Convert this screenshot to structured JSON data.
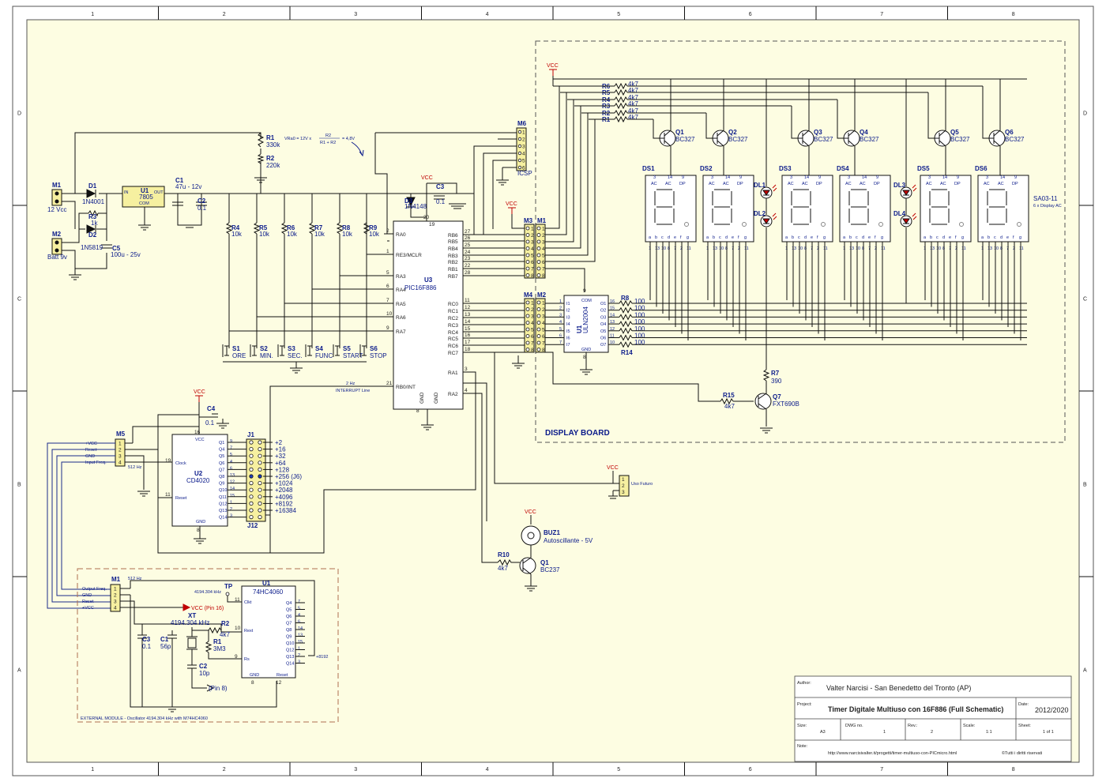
{
  "frame": {
    "columns": [
      "1",
      "2",
      "3",
      "4",
      "5",
      "6",
      "7",
      "8"
    ],
    "rows": [
      "D",
      "C",
      "B",
      "A"
    ]
  },
  "title_block": {
    "author_label": "Author:",
    "author": "Valter Narcisi - San Benedetto del Tronto (AP)",
    "project_label": "Project:",
    "project": "Timer Digitale Multiuso con 16F886 (Full Schematic)",
    "date_label": "Date:",
    "date": "2012/2020",
    "size_label": "Size:",
    "size": "A3",
    "dwg_label": "DWG no.",
    "dwg": "1",
    "rev_label": "Rev.:",
    "rev": "2",
    "scale_label": "Scale:",
    "scale": "1:1",
    "sheet_label": "Sheet:",
    "sheet": "1 of 1",
    "note_label": "Note:",
    "url": "http://www.narcisivalter.it/progetti/timer-multiuso-con-PICmicro.html",
    "rights": "©Tutti i diritti riservati"
  },
  "power": {
    "m1_name": "M1",
    "m1_value": "12 Vcc",
    "m2_name": "M2",
    "m2_value": "Batt 9v",
    "d1_name": "D1",
    "d1_value": "1N4001",
    "d2_name": "D2",
    "d2_value": "1N5819",
    "r3_name": "R3",
    "r3_value": "1k",
    "c5_name": "C5",
    "c5_value": "100u - 25v",
    "u1_name": "U1",
    "u1_value": "7805",
    "u1_in": "IN",
    "u1_out": "OUT",
    "u1_com": "COM",
    "c1_name": "C1",
    "c1_value": "47u - 12v",
    "c2_name": "C2",
    "c2_value": "0.1",
    "r1_name": "R1",
    "r1_value": "330k",
    "r2_name": "R2",
    "r2_value": "220k",
    "vra_formula": "VRa0 =  12V x",
    "vra_num": "R2",
    "vra_den": "R1 + R2",
    "vra_result": "= 4,8V"
  },
  "mcu": {
    "name": "U3",
    "part": "PIC16F886",
    "vcc": "VCC",
    "d3_name": "D3",
    "d3_value": "1N4148",
    "c3_name": "C3",
    "c3_value": "0.1",
    "pins_left": [
      {
        "num": "2",
        "name": "RA0"
      },
      {
        "num": "1",
        "name": "RE3/MCLR"
      },
      {
        "num": "5",
        "name": "RA3"
      },
      {
        "num": "6",
        "name": "RA4"
      },
      {
        "num": "7",
        "name": "RA5"
      },
      {
        "num": "10",
        "name": "RA6"
      },
      {
        "num": "9",
        "name": "RA7"
      },
      {
        "num": "21",
        "name": "RB0/INT"
      }
    ],
    "pins_right": [
      {
        "num": "27",
        "name": "RB6"
      },
      {
        "num": "26",
        "name": "RB5"
      },
      {
        "num": "25",
        "name": "RB4"
      },
      {
        "num": "24",
        "name": "RB3"
      },
      {
        "num": "23",
        "name": "RB2"
      },
      {
        "num": "22",
        "name": "RB1"
      },
      {
        "num": "28",
        "name": "RB7"
      },
      {
        "num": "11",
        "name": "RC0"
      },
      {
        "num": "12",
        "name": "RC1"
      },
      {
        "num": "13",
        "name": "RC2"
      },
      {
        "num": "14",
        "name": "RC3"
      },
      {
        "num": "15",
        "name": "RC4"
      },
      {
        "num": "16",
        "name": "RC5"
      },
      {
        "num": "17",
        "name": "RC6"
      },
      {
        "num": "18",
        "name": "RC7"
      },
      {
        "num": "3",
        "name": "RA1"
      },
      {
        "num": "4",
        "name": "RA2"
      }
    ],
    "gnd": "GND",
    "pin20": "20",
    "pin8": "8",
    "pin19": "19",
    "int_freq": "2 Hz",
    "int_label": "INTERRUPT Line"
  },
  "pullups": [
    {
      "name": "R4",
      "value": "10k"
    },
    {
      "name": "R5",
      "value": "10k"
    },
    {
      "name": "R6",
      "value": "10k"
    },
    {
      "name": "R7",
      "value": "10k"
    },
    {
      "name": "R8",
      "value": "10k"
    },
    {
      "name": "R9",
      "value": "10k"
    }
  ],
  "switches": [
    {
      "name": "S1",
      "label": "ORE"
    },
    {
      "name": "S2",
      "label": "MIN."
    },
    {
      "name": "S3",
      "label": "SEC."
    },
    {
      "name": "S4",
      "label": "FUNC"
    },
    {
      "name": "S5",
      "label": "START"
    },
    {
      "name": "S6",
      "label": "STOP"
    }
  ],
  "icsp": {
    "name": "M6",
    "label": "ICSP",
    "pins": [
      "1",
      "2",
      "3",
      "4",
      "5",
      "6"
    ]
  },
  "display_board": {
    "title": "DISPLAY BOARD",
    "vcc": "VCC",
    "base_resistors": [
      {
        "name": "R6",
        "value": "4k7"
      },
      {
        "name": "R5",
        "value": "4k7"
      },
      {
        "name": "R4",
        "value": "4k7"
      },
      {
        "name": "R3",
        "value": "4k7"
      },
      {
        "name": "R2",
        "value": "4k7"
      },
      {
        "name": "R1",
        "value": "4k7"
      }
    ],
    "transistors": [
      {
        "name": "Q1",
        "part": "BC327"
      },
      {
        "name": "Q2",
        "part": "BC327"
      },
      {
        "name": "Q3",
        "part": "BC327"
      },
      {
        "name": "Q4",
        "part": "BC327"
      },
      {
        "name": "Q5",
        "part": "BC327"
      },
      {
        "name": "Q6",
        "part": "BC327"
      }
    ],
    "displays": [
      "DS1",
      "DS2",
      "DS3",
      "DS4",
      "DS5",
      "DS6"
    ],
    "disp_top_pins": [
      "3",
      "14",
      "9"
    ],
    "disp_top_names": [
      "AC",
      "AC",
      "DP"
    ],
    "disp_segs": [
      "a",
      "b",
      "c",
      "d",
      "e",
      "f",
      "g"
    ],
    "disp_bottom_pins": [
      "1",
      "13",
      "10",
      "8",
      "7",
      "2",
      "11"
    ],
    "display_part": "SA03-11",
    "display_note": "6 x Display AC",
    "leds": [
      "DL1",
      "DL2",
      "DL3",
      "DL4"
    ],
    "m3_name": "M3",
    "m1_name": "M1",
    "m4_name": "M4",
    "m2_name": "M2",
    "conn_pins": [
      "1",
      "2",
      "3",
      "4",
      "5",
      "6",
      "7",
      "8"
    ],
    "uln_name": "U1",
    "uln_part": "ULN2004",
    "uln_com": "COM",
    "uln_gnd": "GND",
    "uln_pin9": "9",
    "uln_pin8": "8",
    "uln_in": [
      "I1",
      "I2",
      "I3",
      "I4",
      "I5",
      "I6",
      "I7"
    ],
    "uln_out": [
      "O1",
      "O2",
      "O3",
      "O4",
      "O5",
      "O6",
      "O7"
    ],
    "uln_in_pins": [
      "1",
      "2",
      "3",
      "4",
      "5",
      "6",
      "7"
    ],
    "uln_out_pins": [
      "16",
      "15",
      "14",
      "13",
      "12",
      "11",
      "10"
    ],
    "seg_res_first": "R8",
    "seg_res_last": "R14",
    "seg_values": [
      "100",
      "100",
      "100",
      "100",
      "100",
      "100",
      "100"
    ],
    "r7_name": "R7",
    "r7_value": "390",
    "r15_name": "R15",
    "r15_value": "4k7",
    "q7_name": "Q7",
    "q7_part": "FXT690B"
  },
  "divider": {
    "vcc": "VCC",
    "c4_name": "C4",
    "c4_value": "0.1",
    "u2_name": "U2",
    "u2_part": "CD4020",
    "u2_vcc": "VCC",
    "u2_gnd": "GND",
    "u2_clock": "Clock",
    "u2_reset": "Reset",
    "u2_p16": "16",
    "u2_p19": "19",
    "u2_p11": "11",
    "u2_p8": "8",
    "outputs": [
      "Q1",
      "Q4",
      "Q5",
      "Q6",
      "Q7",
      "Q8",
      "Q9",
      "Q10",
      "Q11",
      "Q12",
      "Q13",
      "Q14"
    ],
    "output_pins": [
      "9",
      "7",
      "5",
      "4",
      "6",
      "13",
      "12",
      "14",
      "15",
      "1",
      "2",
      "3"
    ],
    "j1": "J1",
    "j12": "J12",
    "ratios": [
      "+2",
      "+16",
      "+32",
      "+64",
      "+128",
      "+256 (J6)",
      "+1024",
      "+2048",
      "+4096",
      "+8192",
      "+16384"
    ],
    "m5_name": "M5",
    "m5_labels": [
      "+VCC",
      "Reset",
      "GND",
      "Input Freq."
    ],
    "m5_pins": [
      "1",
      "2",
      "3",
      "4"
    ],
    "m5_freq": "512 Hz"
  },
  "future": {
    "vcc": "VCC",
    "label": "Uso Futuro",
    "pins": [
      "1",
      "2",
      "3"
    ]
  },
  "buzzer": {
    "vcc": "VCC",
    "name": "BUZ1",
    "label": "Autoscillante - 5V",
    "r10_name": "R10",
    "r10_value": "4k7",
    "q1_name": "Q1",
    "q1_part": "BC237"
  },
  "ext_module": {
    "caption": "EXTERNAL MODULE - Oscillator 4194.304 kHz with M74HC4060",
    "m1_name": "M1",
    "m1_labels": [
      "Output Freq.",
      "GND",
      "Reset",
      "+VCC"
    ],
    "m1_pins": [
      "1",
      "2",
      "3",
      "4"
    ],
    "m1_freq": "512 Hz",
    "tp_name": "TP",
    "tp_label": "4194.304 kHz",
    "vcc_label": "VCC (Pin 16)",
    "xt_name": "XT",
    "xt_value": "4194.304 kHz",
    "c1_name": "C1",
    "c1_value": "56p",
    "c2_name": "C2",
    "c2_value": "10p",
    "c3_name": "C3",
    "c3_value": "0.1",
    "r1_name": "R1",
    "r1_value": "3M3",
    "r2_name": "R2",
    "r2_value": "4k7",
    "u1_name": "U1",
    "u1_part": "74HC4060",
    "u1_left": [
      "Clkt",
      "Rext",
      "Rs"
    ],
    "u1_left_pins": [
      "11",
      "10",
      "9"
    ],
    "u1_right": [
      "Q4",
      "Q5",
      "Q6",
      "Q7",
      "Q8",
      "Q9",
      "Q10",
      "Q12",
      "Q13",
      "Q14"
    ],
    "u1_right_pins": [
      "7",
      "5",
      "4",
      "6",
      "14",
      "13",
      "15",
      "1",
      "2",
      "3"
    ],
    "u1_gnd": "GND",
    "u1_reset": "Reset",
    "u1_p8": "8",
    "u1_p12": "12",
    "out_div": "+8192",
    "pin8_label": "(Pin 8)"
  }
}
